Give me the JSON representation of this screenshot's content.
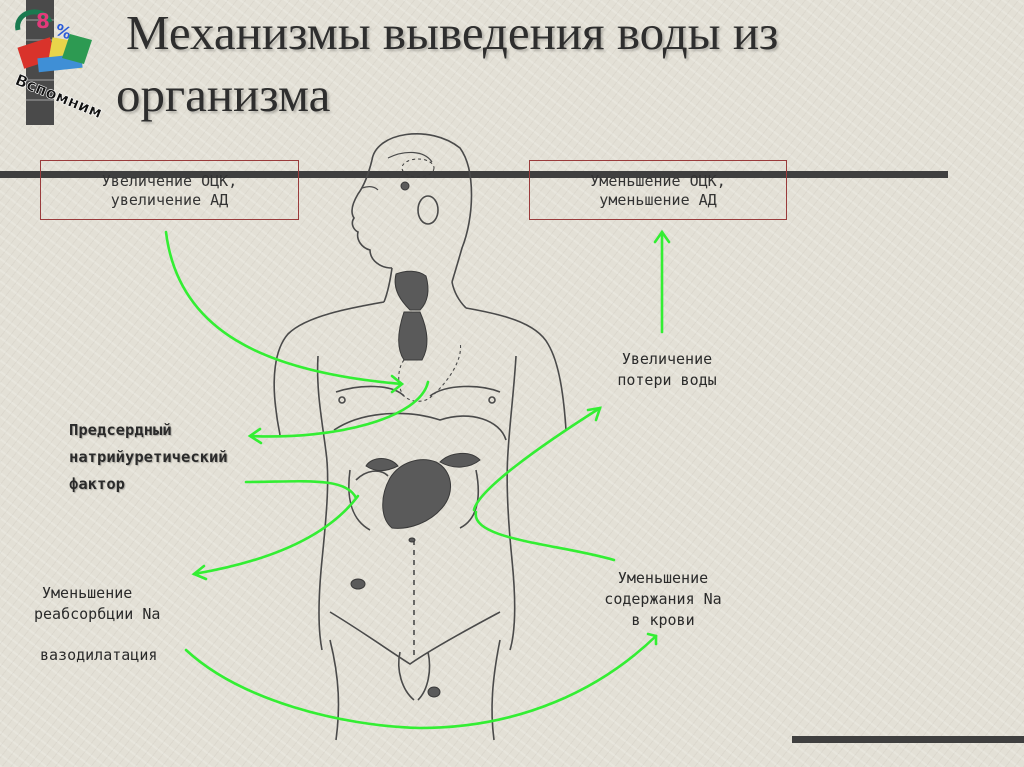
{
  "title": {
    "line1": "Механизмы выведения воды из",
    "line2": "организма"
  },
  "logo": {
    "text": "Вспомним"
  },
  "boxes": {
    "left": {
      "line1": "Увеличение ОЦК,",
      "line2": "увеличение АД"
    },
    "right": {
      "line1": "Уменьшение ОЦК,",
      "line2": "уменьшение АД"
    }
  },
  "labels": {
    "water_loss": {
      "line1": "Увеличение",
      "line2": "потери воды"
    },
    "factor": {
      "line1": "Предсердный",
      "line2": "натрийуретический",
      "line3": "фактор"
    },
    "reabsorption": {
      "line1": "Уменьшение",
      "line2": "реабсорбции Na"
    },
    "vasodilation": "вазодилатация",
    "sodium": {
      "line1": "Уменьшение",
      "line2": "содержания Na",
      "line3": "в крови"
    }
  },
  "colors": {
    "arrows": "#33ee33",
    "box_border": "#9a3b3b",
    "background": "#e3e0d6"
  }
}
